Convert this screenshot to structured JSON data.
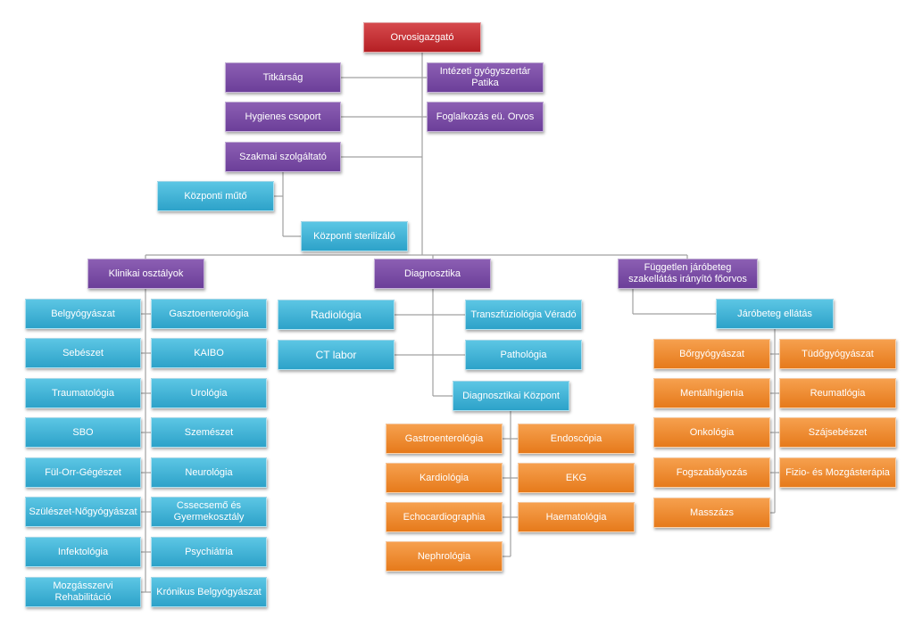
{
  "colors": {
    "top": "#c0292e",
    "management": "#7b4ea6",
    "clinical": "#3bb0d6",
    "diagnostic": "#ee8a2c",
    "connector": "#a0a0a0"
  },
  "director": "Orvosigazgató",
  "staff_left": [
    "Titkárság",
    "Hygienes csoport",
    "Szakmai szolgáltató"
  ],
  "staff_right": [
    "Intézeti gyógyszertár Patika",
    "Foglalkozás eü. Orvos"
  ],
  "services": [
    "Központi műtő",
    "Központi sterilizáló"
  ],
  "divisions": {
    "clinical": {
      "title": "Klinikai osztályok",
      "left": [
        "Belgyógyászat",
        "Sebészet",
        "Traumatológia",
        "SBO",
        "Fül-Orr-Gégészet",
        "Szülészet-Nőgyógyászat",
        "Infektológia",
        "Mozgásszervi Rehabilitáció"
      ],
      "right": [
        "Gasztoenterológia",
        "KAIBO",
        "Urológia",
        "Szemészet",
        "Neurológia",
        "Cssecsemő és Gyermekosztály",
        "Psychiátria",
        "Krónikus Belgyógyászat"
      ]
    },
    "diagnostics": {
      "title": "Diagnosztika",
      "left": [
        "Radiológia",
        "CT labor"
      ],
      "right": [
        "Transzfúziológia Véradó",
        "Pathológia"
      ],
      "center": {
        "title": "Diagnosztikai Központ",
        "left": [
          "Gastroenterológia",
          "Kardiológia",
          "Echocardiographia",
          "Nephrológia"
        ],
        "right": [
          "Endoscópia",
          "EKG",
          "Haematológia"
        ]
      }
    },
    "outpatient": {
      "title": "Független járóbeteg szakellátás irányító főorvos",
      "care": {
        "title": "Járóbeteg ellátás",
        "left": [
          "Bőrgyógyászat",
          "Mentálhigienia",
          "Onkológia",
          "Fogszabályozás",
          "Masszázs"
        ],
        "right": [
          "Tüdőgyógyászat",
          "Reumatlógia",
          "Szájsebészet",
          "Fizio- és Mozgásterápia"
        ]
      }
    }
  }
}
